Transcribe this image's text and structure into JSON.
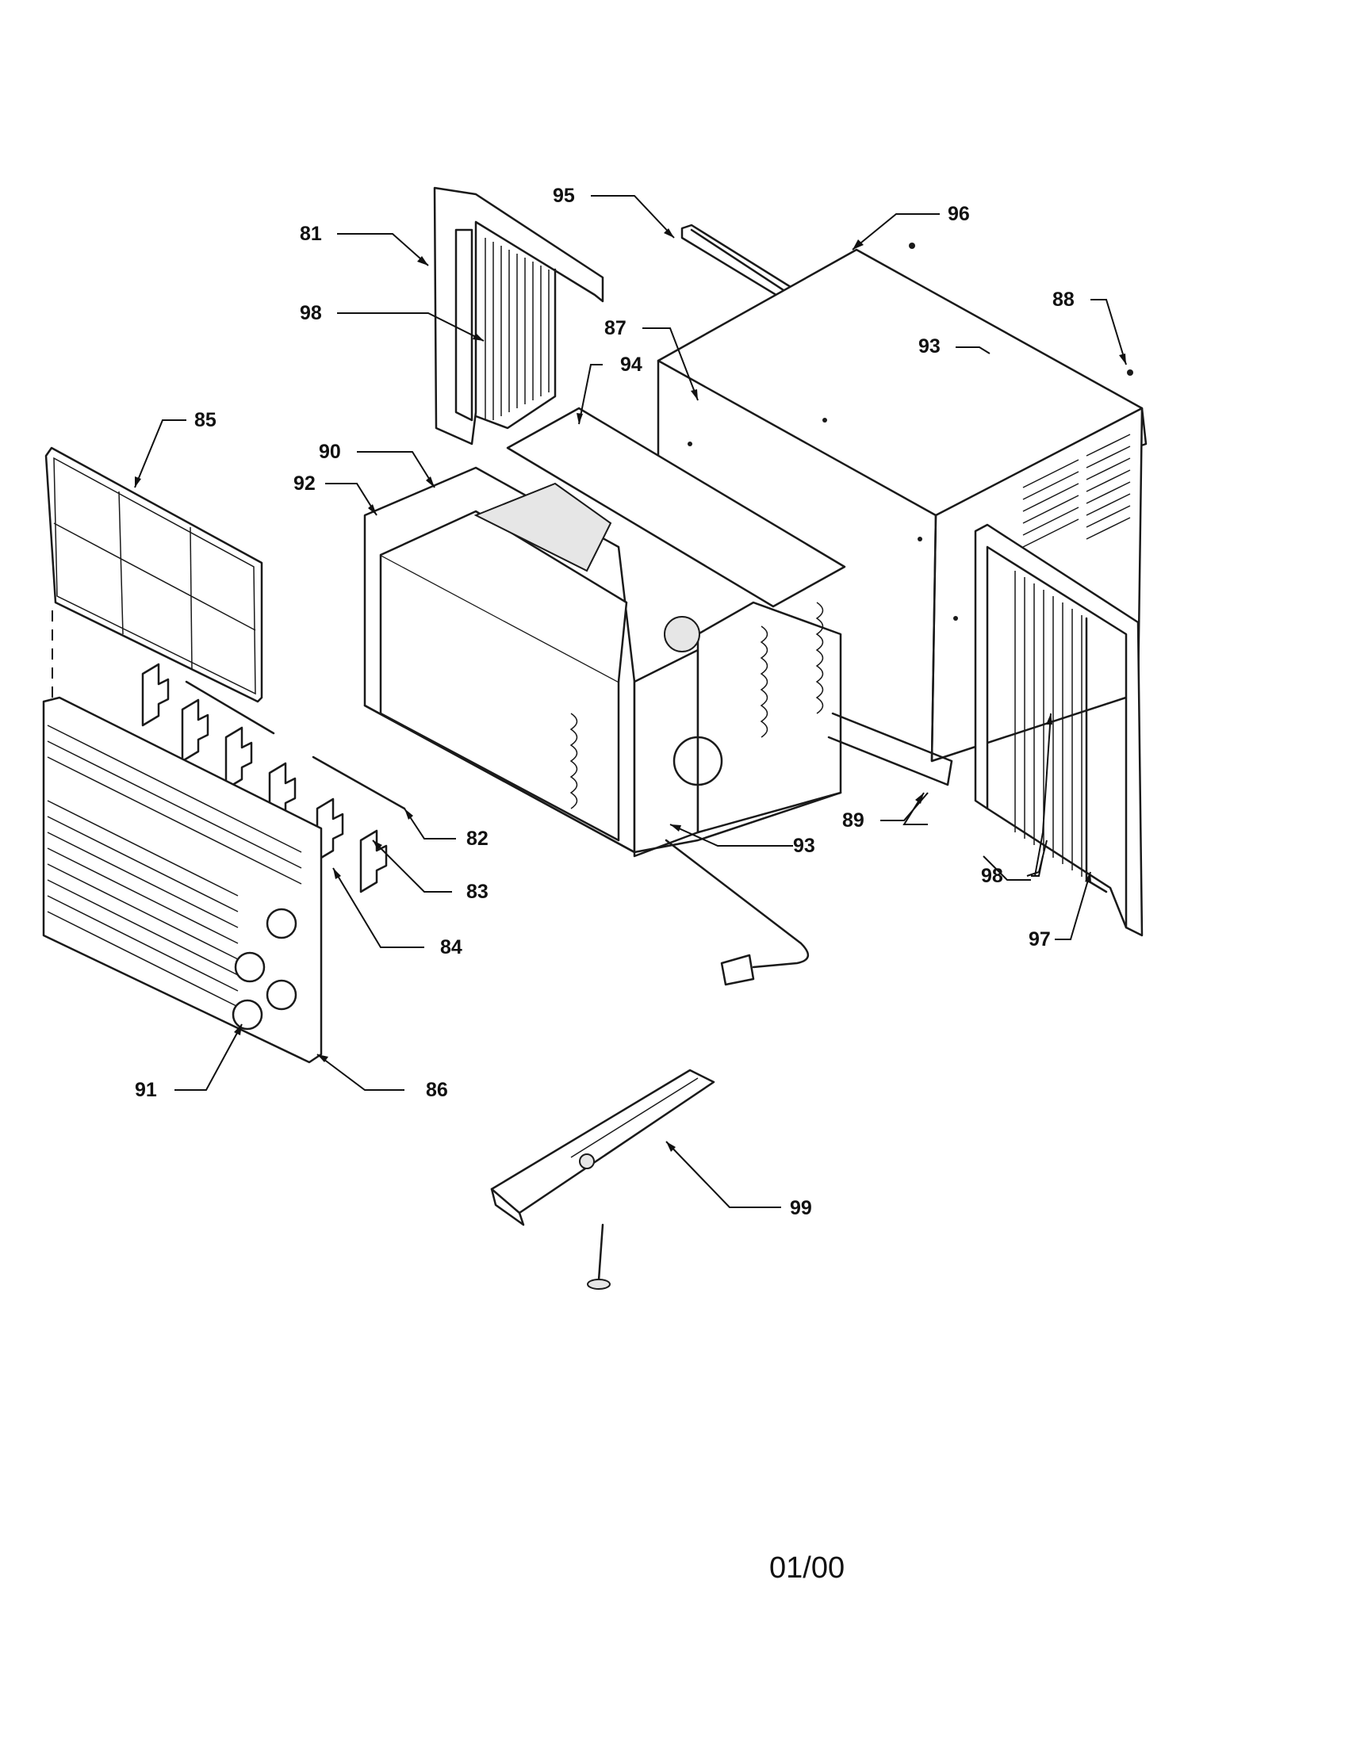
{
  "callouts": [
    "81",
    "98",
    "95",
    "96",
    "88",
    "87",
    "94",
    "85",
    "90",
    "92",
    "93",
    "89",
    "98",
    "97",
    "82",
    "83",
    "84",
    "93",
    "91",
    "86",
    "99"
  ],
  "footer": {
    "date_code": "01/00"
  },
  "colors": {
    "ink": "#1a1a1a",
    "background": "#ffffff"
  }
}
